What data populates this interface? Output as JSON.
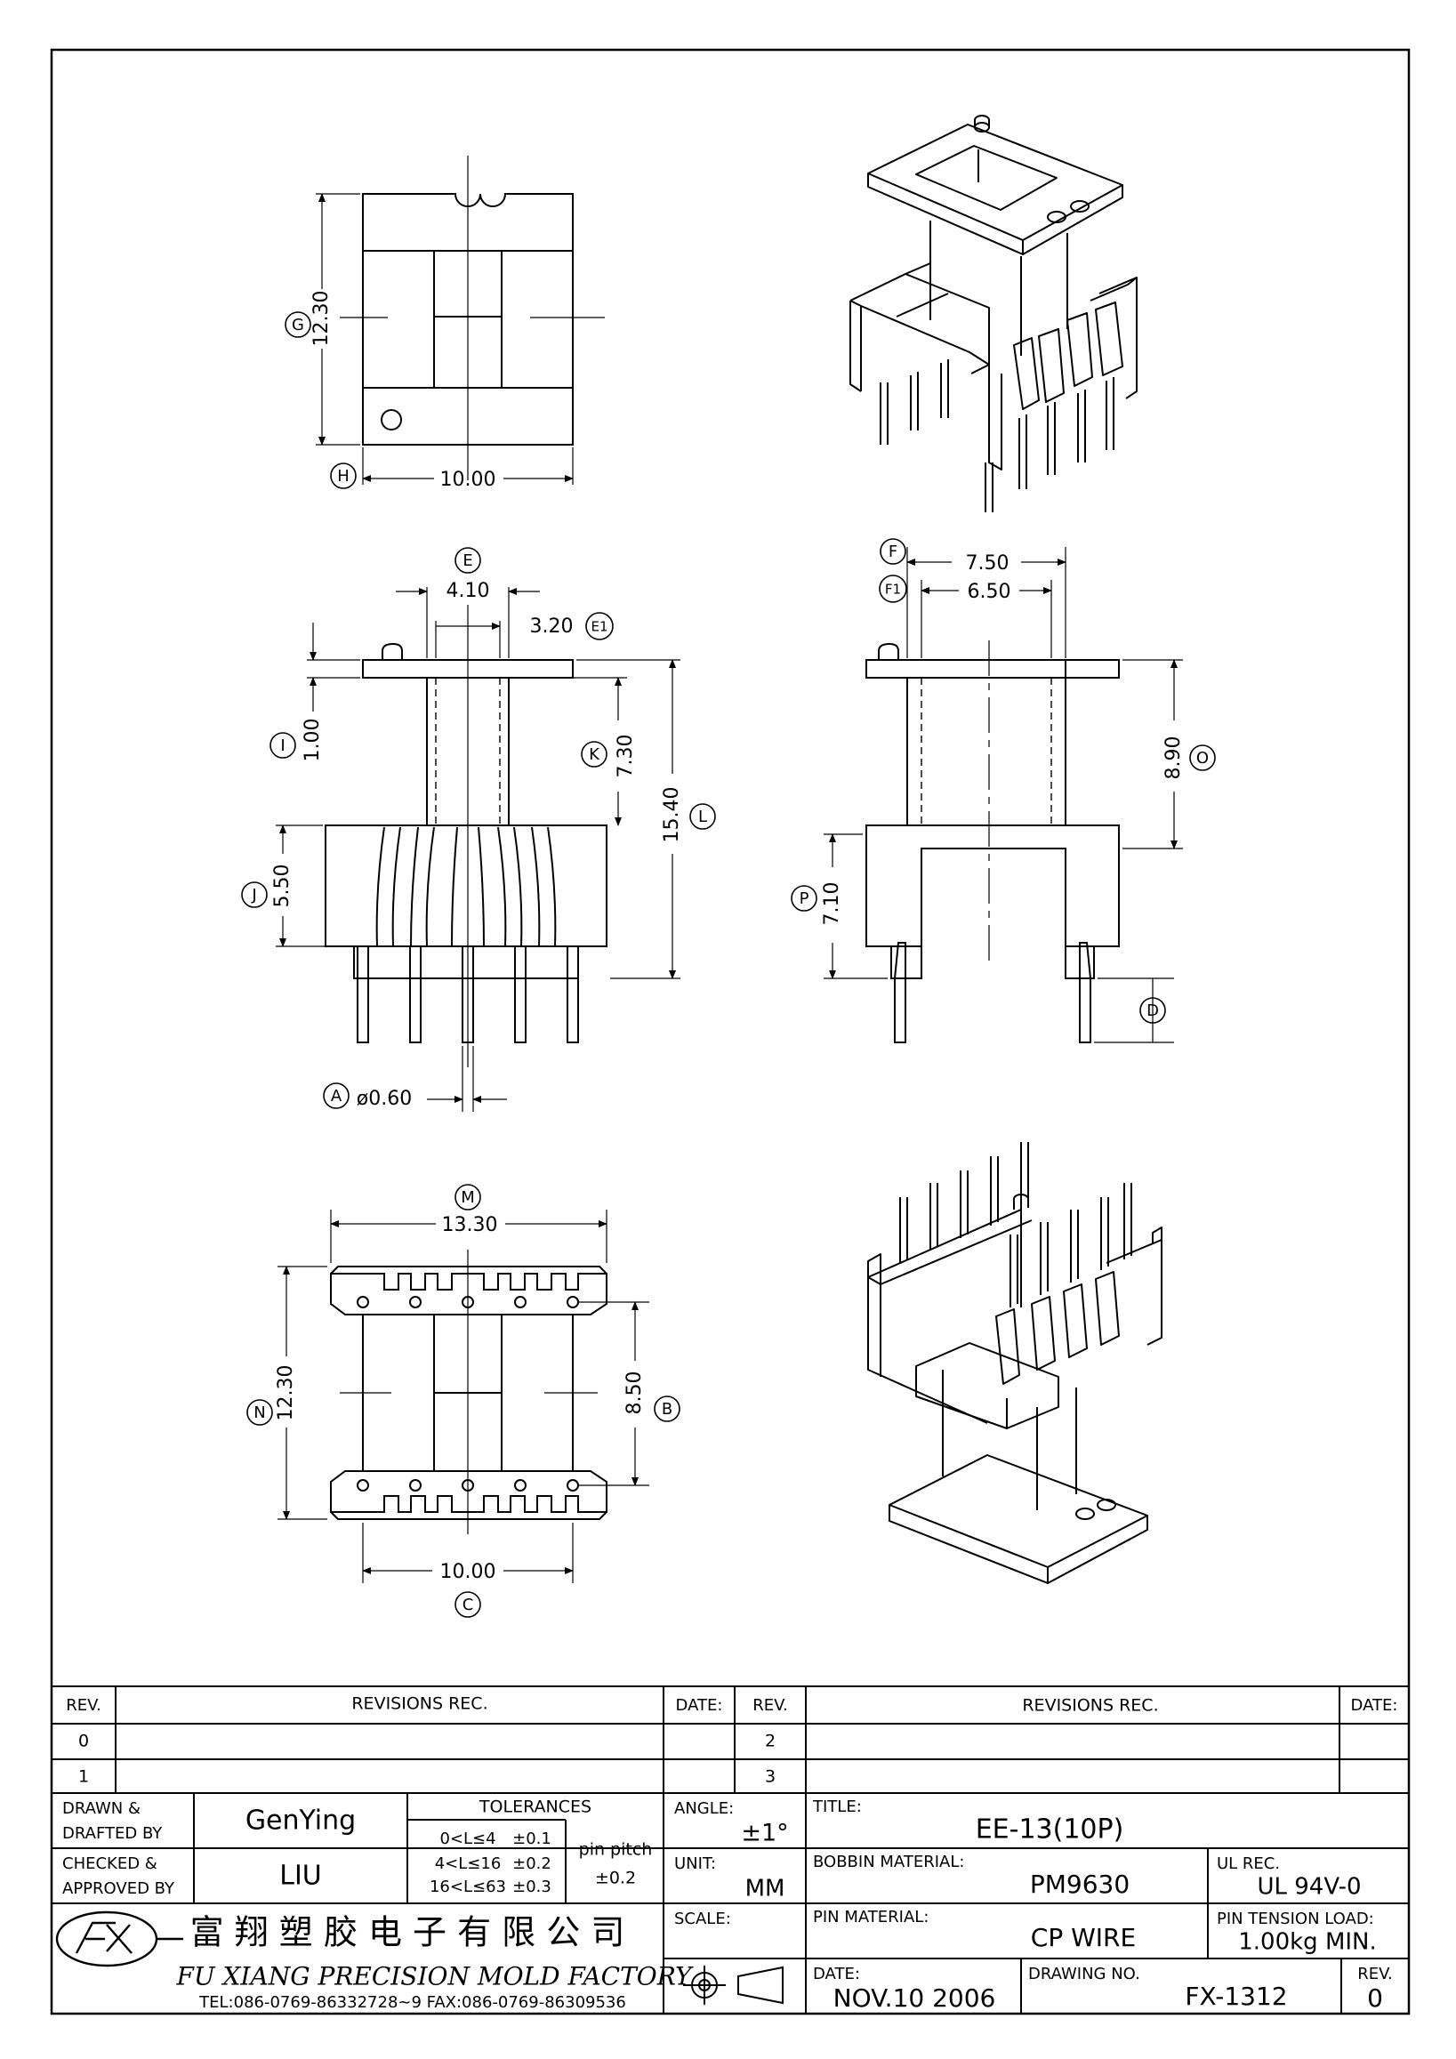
{
  "dimensions": {
    "top_view": {
      "height": "12.30",
      "height_label": "G",
      "width": "10.00",
      "width_label": "H"
    },
    "front_view": {
      "e_dim": "4.10",
      "e_label": "E",
      "e1_dim": "3.20",
      "e1_label": "E1",
      "i_dim": "1.00",
      "i_label": "I",
      "k_dim": "7.30",
      "k_label": "K",
      "l_dim": "15.40",
      "l_label": "L",
      "j_dim": "5.50",
      "j_label": "J",
      "a_dim": "ø0.60",
      "a_label": "A"
    },
    "side_view": {
      "f_dim": "7.50",
      "f_label": "F",
      "f1_dim": "6.50",
      "f1_label": "F1",
      "o_dim": "8.90",
      "o_label": "O",
      "p_dim": "7.10",
      "p_label": "P",
      "d_label": "D"
    },
    "bottom_view": {
      "m_dim": "13.30",
      "m_label": "M",
      "n_dim": "12.30",
      "n_label": "N",
      "b_dim": "8.50",
      "b_label": "B",
      "c_dim": "10.00",
      "c_label": "C"
    }
  },
  "revisions": {
    "rev_header": "REV.",
    "rec_header": "REVISIONS   REC.",
    "date_header": "DATE:",
    "rows_left": [
      "0",
      "1"
    ],
    "rows_right": [
      "2",
      "3"
    ]
  },
  "title_block": {
    "drawn_label_1": "DRAWN  &",
    "drawn_label_2": "DRAFTED  BY",
    "drawn_value": "GenYing",
    "checked_label_1": "CHECKED  &",
    "checked_label_2": "APPROVED  BY",
    "checked_value": "LIU",
    "tolerances_label": "TOLERANCES",
    "tol_rows": [
      {
        "range": "0<L≤4",
        "tol": "±0.1"
      },
      {
        "range": "4<L≤16",
        "tol": "±0.2"
      },
      {
        "range": "16<L≤63",
        "tol": "±0.3"
      }
    ],
    "pin_pitch_label": "pin  pitch",
    "pin_pitch_value": "±0.2",
    "angle_label": "ANGLE:",
    "angle_value": "±1°",
    "unit_label": "UNIT:",
    "unit_value": "MM",
    "scale_label": "SCALE:",
    "title_label": "TITLE:",
    "title_value": "EE-13(10P)",
    "bobbin_label": "BOBBIN  MATERIAL:",
    "bobbin_value": "PM9630",
    "ul_label": "UL  REC.",
    "ul_value": "UL  94V-0",
    "pin_material_label": "PIN  MATERIAL:",
    "pin_material_value": "CP  WIRE",
    "pin_tension_label": "PIN  TENSION  LOAD:",
    "pin_tension_value": "1.00kg  MIN.",
    "date_label": "DATE:",
    "date_value": "NOV.10  2006",
    "drawing_no_label": "DRAWING  NO.",
    "drawing_no_value": "FX-1312",
    "rev_label": "REV.",
    "rev_value": "0",
    "company_cn": "富 翔 塑 胶 电 子 有 限 公 司",
    "company_en": "FU XIANG PRECISION MOLD FACTORY",
    "contact": "TEL:086-0769-86332728~9   FAX:086-0769-86309536"
  }
}
